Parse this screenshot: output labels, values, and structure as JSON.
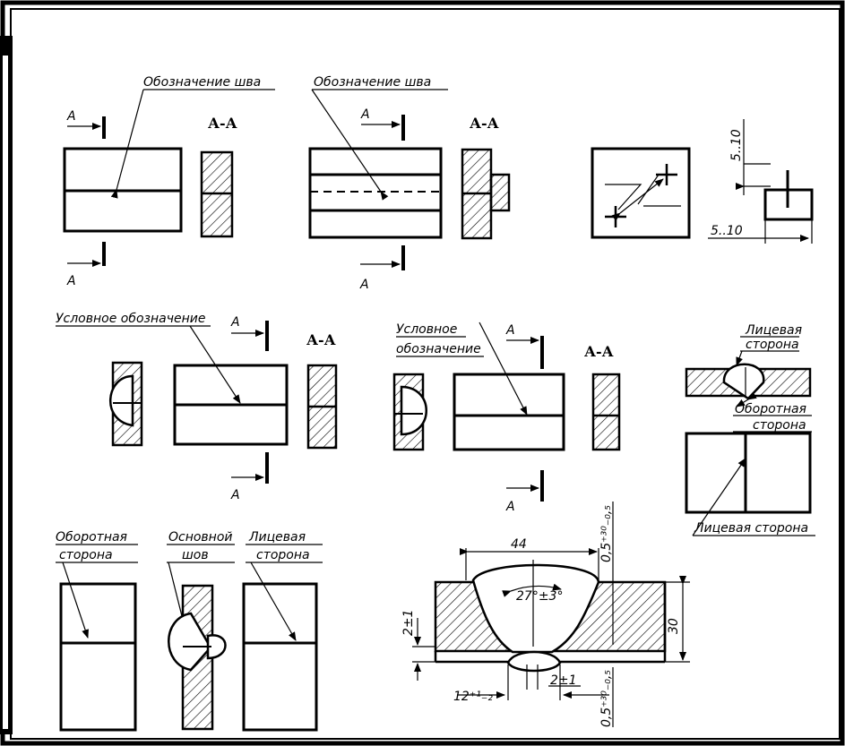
{
  "labels": {
    "weld_designation": "Обозначение шва",
    "section": "А-А",
    "section_letter": "А",
    "conventional_designation": "Условное обозначение",
    "conventional_line1": "Условное",
    "conventional_line2": "обозначение",
    "face_side_l1": "Лицевая",
    "face_side_l2": "сторона",
    "reverse_side_l1": "Оборотная",
    "reverse_side_l2": "сторона",
    "main_weld_l1": "Основной",
    "main_weld_l2": "шов",
    "face_side": "Лицевая сторона"
  },
  "dimensions": {
    "d_5_10_a": "5..10",
    "d_5_10_b": "5..10",
    "width": "44",
    "angle": "27°±3°",
    "thickness": "30",
    "gap": "2±1",
    "gap_root": "2±1",
    "root_width": "12⁺¹₋₂",
    "reinf_top": "0,5⁺³⁰₋₀,₅",
    "reinf_bottom": "0,5⁺³⁰₋₀,₅"
  }
}
